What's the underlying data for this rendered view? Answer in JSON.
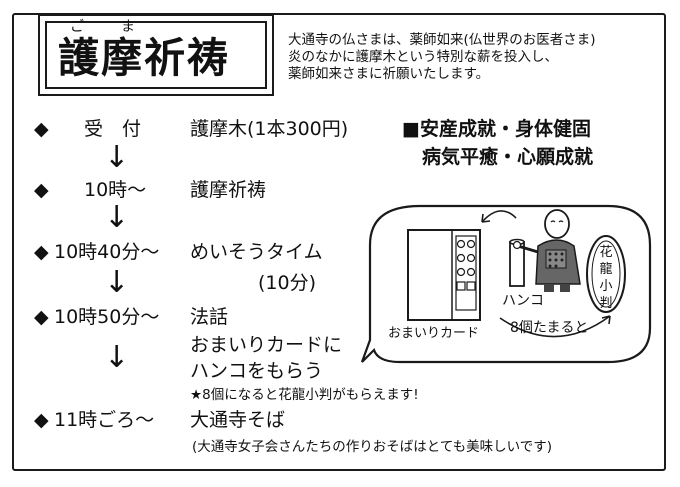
{
  "title": {
    "furigana_go": "ご",
    "furigana_ma": "ま",
    "text": "護摩祈祷"
  },
  "intro": [
    "大通寺の仏さまは、薬師如来(仏世界のお医者さま)",
    "炎のなかに護摩木という特別な薪を投入し、",
    "薬師如来さまに祈願いたします。"
  ],
  "schedule": {
    "diamond": "◆",
    "item1": {
      "time": "受　付",
      "label": "護摩木(1本300円)",
      "blessings_line1": "■安産成就・身体健固",
      "blessings_line2": "病気平癒・心願成就"
    },
    "item2": {
      "time": "10時〜",
      "label": "護摩祈祷"
    },
    "item3": {
      "time": "10時40分〜",
      "label": "めいそうタイム",
      "duration": "(10分)"
    },
    "item4": {
      "time": "10時50分〜",
      "label": "法話",
      "line2": "おまいりカードに",
      "line3": "ハンコをもらう",
      "note": "★8個になると花龍小判がもらえます!"
    },
    "item5": {
      "time": "11時ごろ〜",
      "label": "大通寺そば",
      "note": "(大通寺女子会さんたちの作りおそばはとても美味しいです)"
    },
    "arrow": "↓"
  },
  "illustration": {
    "card_label": "おまいりカード",
    "hanko_label": "ハンコ",
    "count_label": "8個たまると",
    "koban_chars": [
      "花",
      "龍",
      "小",
      "判"
    ]
  }
}
